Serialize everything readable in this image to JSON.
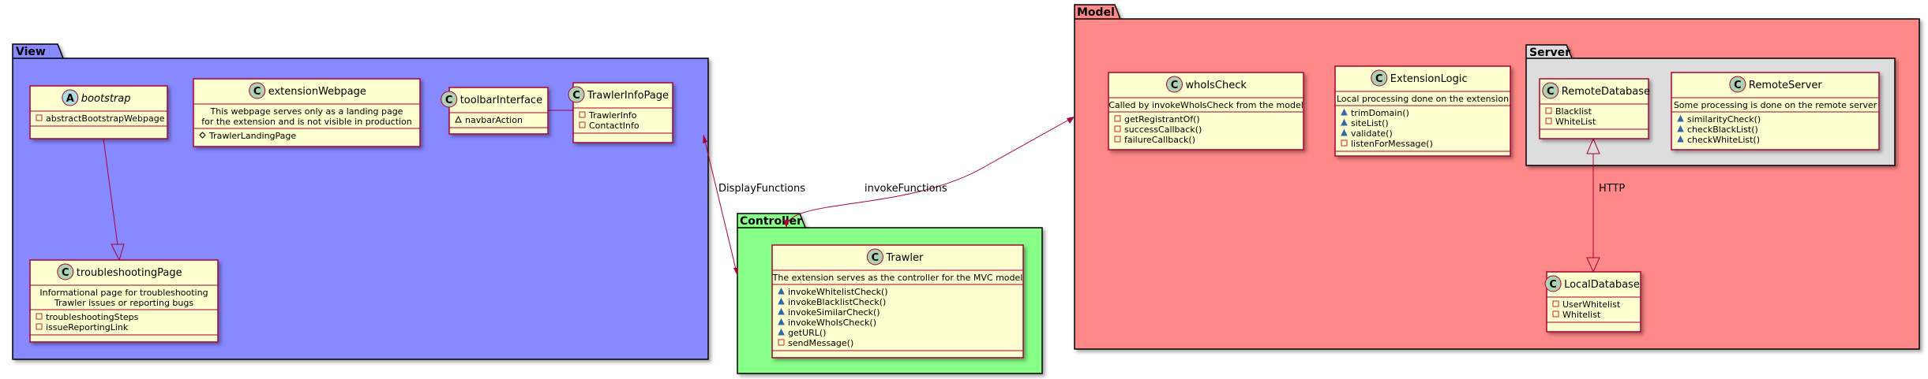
{
  "colors": {
    "view_bg": "#8888ff",
    "controller_bg": "#88ff88",
    "model_bg": "#ff8888",
    "server_bg": "#dddddd",
    "class_bg": "#fefece",
    "class_border": "#a80036",
    "class_circle": "#add1b2",
    "abstract_circle": "#a9dcdf",
    "arrow": "#a80036"
  },
  "packages": {
    "view": "View",
    "controller": "Controller",
    "model": "Model",
    "server": "Server"
  },
  "classes": {
    "bootstrap": {
      "stereotype": "A",
      "name": "bootstrap",
      "notes": [],
      "members": [
        {
          "vis": "private",
          "text": "abstractBootstrapWebpage"
        }
      ]
    },
    "extensionWebpage": {
      "stereotype": "C",
      "name": "extensionWebpage",
      "notes": [
        "This webpage serves only as a landing page",
        "for the extension and is not visible in production"
      ],
      "members": [
        {
          "vis": "package",
          "text": "TrawlerLandingPage"
        }
      ]
    },
    "toolbarInterface": {
      "stereotype": "C",
      "name": "toolbarInterface",
      "notes": [],
      "members": [
        {
          "vis": "protected",
          "text": "navbarAction"
        }
      ]
    },
    "TrawlerInfoPage": {
      "stereotype": "C",
      "name": "TrawlerInfoPage",
      "notes": [],
      "members": [
        {
          "vis": "private",
          "text": "TrawlerInfo"
        },
        {
          "vis": "private",
          "text": "ContactInfo"
        }
      ]
    },
    "troubleshootingPage": {
      "stereotype": "C",
      "name": "troubleshootingPage",
      "notes": [
        "Informational page for troubleshooting",
        "Trawler issues or reporting bugs"
      ],
      "members": [
        {
          "vis": "private",
          "text": "troubleshootingSteps"
        },
        {
          "vis": "private",
          "text": "issueReportingLink"
        }
      ]
    },
    "Trawler": {
      "stereotype": "C",
      "name": "Trawler",
      "notes": [
        "The extension serves as the controller for the MVC model"
      ],
      "members": [
        {
          "vis": "public",
          "text": "invokeWhitelistCheck()"
        },
        {
          "vis": "public",
          "text": "invokeBlacklistCheck()"
        },
        {
          "vis": "public",
          "text": "invokeSimilarCheck()"
        },
        {
          "vis": "public",
          "text": "invokeWhoIsCheck()"
        },
        {
          "vis": "public",
          "text": "getURL()"
        },
        {
          "vis": "private",
          "text": "sendMessage()"
        }
      ]
    },
    "whoIsCheck": {
      "stereotype": "C",
      "name": "whoIsCheck",
      "notes": [
        "Called by invokeWhoIsCheck from the model"
      ],
      "members": [
        {
          "vis": "private",
          "text": "getRegistrantOf()"
        },
        {
          "vis": "private",
          "text": "successCallback()"
        },
        {
          "vis": "private",
          "text": "failureCallback()"
        }
      ]
    },
    "ExtensionLogic": {
      "stereotype": "C",
      "name": "ExtensionLogic",
      "notes": [
        "Local processing done on the extension"
      ],
      "members": [
        {
          "vis": "public",
          "text": "trimDomain()"
        },
        {
          "vis": "public",
          "text": "siteList()"
        },
        {
          "vis": "public",
          "text": "validate()"
        },
        {
          "vis": "private",
          "text": "listenForMessage()"
        }
      ]
    },
    "RemoteDatabase": {
      "stereotype": "C",
      "name": "RemoteDatabase",
      "notes": [],
      "members": [
        {
          "vis": "private",
          "text": "Blacklist"
        },
        {
          "vis": "private",
          "text": "WhiteList"
        }
      ]
    },
    "RemoteServer": {
      "stereotype": "C",
      "name": "RemoteServer",
      "notes": [
        "Some processing is done on the remote server"
      ],
      "members": [
        {
          "vis": "public",
          "text": "similarityCheck()"
        },
        {
          "vis": "public",
          "text": "checkBlackList()"
        },
        {
          "vis": "public",
          "text": "checkWhiteList()"
        }
      ]
    },
    "LocalDatabase": {
      "stereotype": "C",
      "name": "LocalDatabase",
      "notes": [],
      "members": [
        {
          "vis": "private",
          "text": "UserWhitelist"
        },
        {
          "vis": "private",
          "text": "Whitelist"
        }
      ]
    }
  },
  "relations": {
    "display": "DisplayFunctions",
    "invoke": "invokeFunctions",
    "http": "HTTP"
  }
}
